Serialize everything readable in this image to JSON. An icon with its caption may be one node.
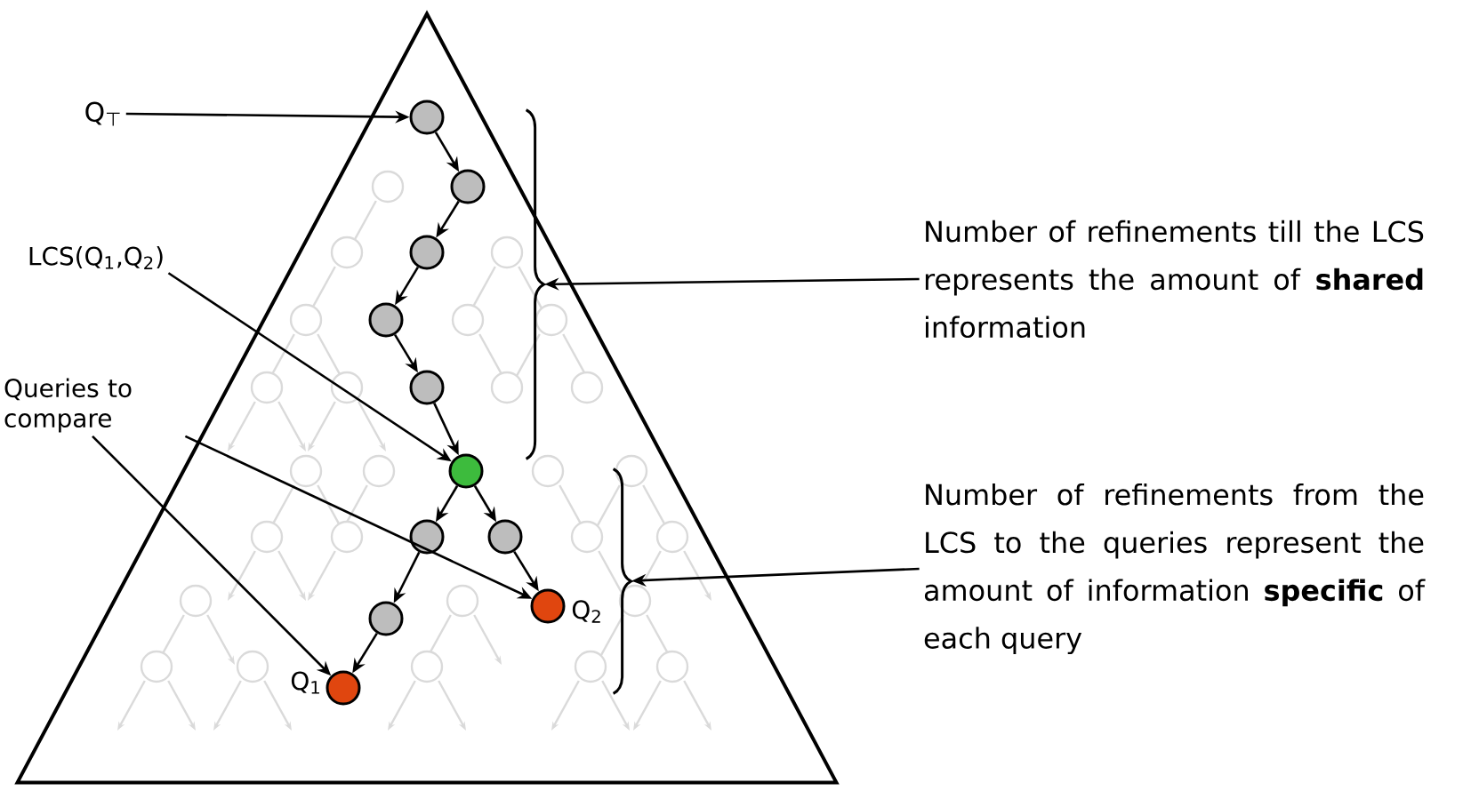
{
  "diagram": {
    "nodes": [
      {
        "text": [],
        "shape": "triangle"
      },
      {
        "text": [
          "Q$_{⊤}$"
        ]
      },
      {
        "text": [
          "LCS(Q$_{1}$,Q$_{2}$)"
        ]
      },
      {
        "text": [
          "Queries to compare"
        ]
      },
      {
        "text": [],
        "shape": "circle",
        "in": 0
      },
      {
        "text": [],
        "shape": "circle",
        "in": 0
      },
      {
        "text": [],
        "shape": "circle",
        "in": 0
      },
      {
        "text": [],
        "shape": "circle",
        "in": 0
      },
      {
        "text": [],
        "shape": "circle",
        "in": 0
      },
      {
        "text": [],
        "shape": "circle",
        "in": 0
      },
      {
        "text": [],
        "shape": "circle",
        "in": 0
      },
      {
        "text": [],
        "shape": "circle",
        "in": 0
      },
      {
        "text": [],
        "shape": "circle",
        "in": 0
      },
      {
        "text": [],
        "shape": "circle",
        "in": 0,
        "beside": [
          "Q$_{1}$"
        ]
      },
      {
        "text": [],
        "shape": "circle",
        "in": 0,
        "beside": [
          "Q$_{2}$"
        ]
      },
      {
        "text": [],
        "shape": "brace",
        "in": 0
      },
      {
        "text": [],
        "shape": "brace",
        "in": 0
      },
      {
        "text": [
          "Number of refinements till the LCS represents the amount of **shared** information"
        ]
      },
      {
        "text": [
          "Number of refinements from the LCS to the queries represent the amount of information **specific** of each query"
        ]
      }
    ],
    "edges": [
      {
        "from": 1,
        "to": 4,
        "arrow": "to"
      },
      {
        "from": 4,
        "to": 5,
        "arrow": "to"
      },
      {
        "from": 5,
        "to": 6,
        "arrow": "to"
      },
      {
        "from": 6,
        "to": 7,
        "arrow": "to"
      },
      {
        "from": 7,
        "to": 8,
        "arrow": "to"
      },
      {
        "from": 8,
        "to": 9,
        "arrow": "to"
      },
      {
        "from": 9,
        "to": 10,
        "arrow": "to"
      },
      {
        "from": 9,
        "to": 11,
        "arrow": "to"
      },
      {
        "from": 10,
        "to": 12,
        "arrow": "to"
      },
      {
        "from": 12,
        "to": 13,
        "arrow": "to"
      },
      {
        "from": 11,
        "to": 14,
        "arrow": "to"
      },
      {
        "from": 2,
        "to": 9,
        "arrow": "to"
      },
      {
        "from": 3,
        "to": 14,
        "arrow": "to"
      },
      {
        "from": 3,
        "to": 13,
        "arrow": "to"
      },
      {
        "from": 17,
        "to": 15,
        "arrow": "to"
      },
      {
        "from": 18,
        "to": 16,
        "arrow": "to"
      }
    ]
  }
}
